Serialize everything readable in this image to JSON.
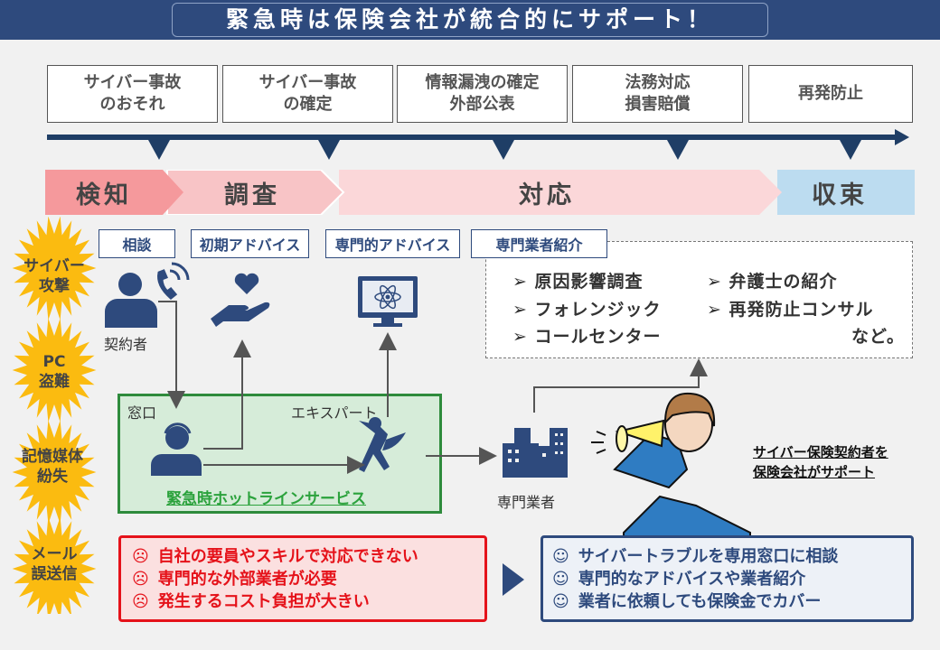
{
  "title": "緊急時は保険会社が統合的にサポート！",
  "timeline": [
    "サイバー事故\nのおそれ",
    "サイバー事故\nの確定",
    "情報漏洩の確定\n外部公表",
    "法務対応\n損害賠償",
    "再発防止"
  ],
  "phases": [
    "検知",
    "調査",
    "対応",
    "収束"
  ],
  "incidents": [
    "サイバー\n攻撃",
    "PC\n盗難",
    "記憶媒体\n紛失",
    "メール\n誤送信"
  ],
  "labels": {
    "consult": "相談",
    "initial": "初期アドバイス",
    "expert_advice": "専門的アドバイス",
    "vendor_intro": "専門業者紹介"
  },
  "services": [
    "原因影響調査",
    "フォレンジック",
    "コールセンター",
    "弁護士の紹介",
    "再発防止コンサル"
  ],
  "services_etc": "など。",
  "actors": {
    "contractor": "契約者",
    "window": "窓口",
    "expert": "エキスパート",
    "vendor": "専門業者"
  },
  "hotline": "緊急時ホットラインサービス",
  "support_caption": "サイバー保険契約者を\n保険会社がサポート",
  "problems": [
    "自社の要員やスキルで対応できない",
    "専門的な外部業者が必要",
    "発生するコスト負担が大きい"
  ],
  "benefits": [
    "サイバートラブルを専用窓口に相談",
    "専門的なアドバイスや業者紹介",
    "業者に依頼しても保険金でカバー"
  ],
  "faces": {
    "sad": "☹",
    "happy": "☺"
  },
  "colors": {
    "navy": "#2e4a7d",
    "detect": "#f5999c",
    "investigate": "#f8c4c6",
    "respond": "#fbd7d9",
    "converge": "#bcdcf0",
    "burst": "#fbbb10",
    "green": "#2e8b3c",
    "red": "#e5121a"
  }
}
